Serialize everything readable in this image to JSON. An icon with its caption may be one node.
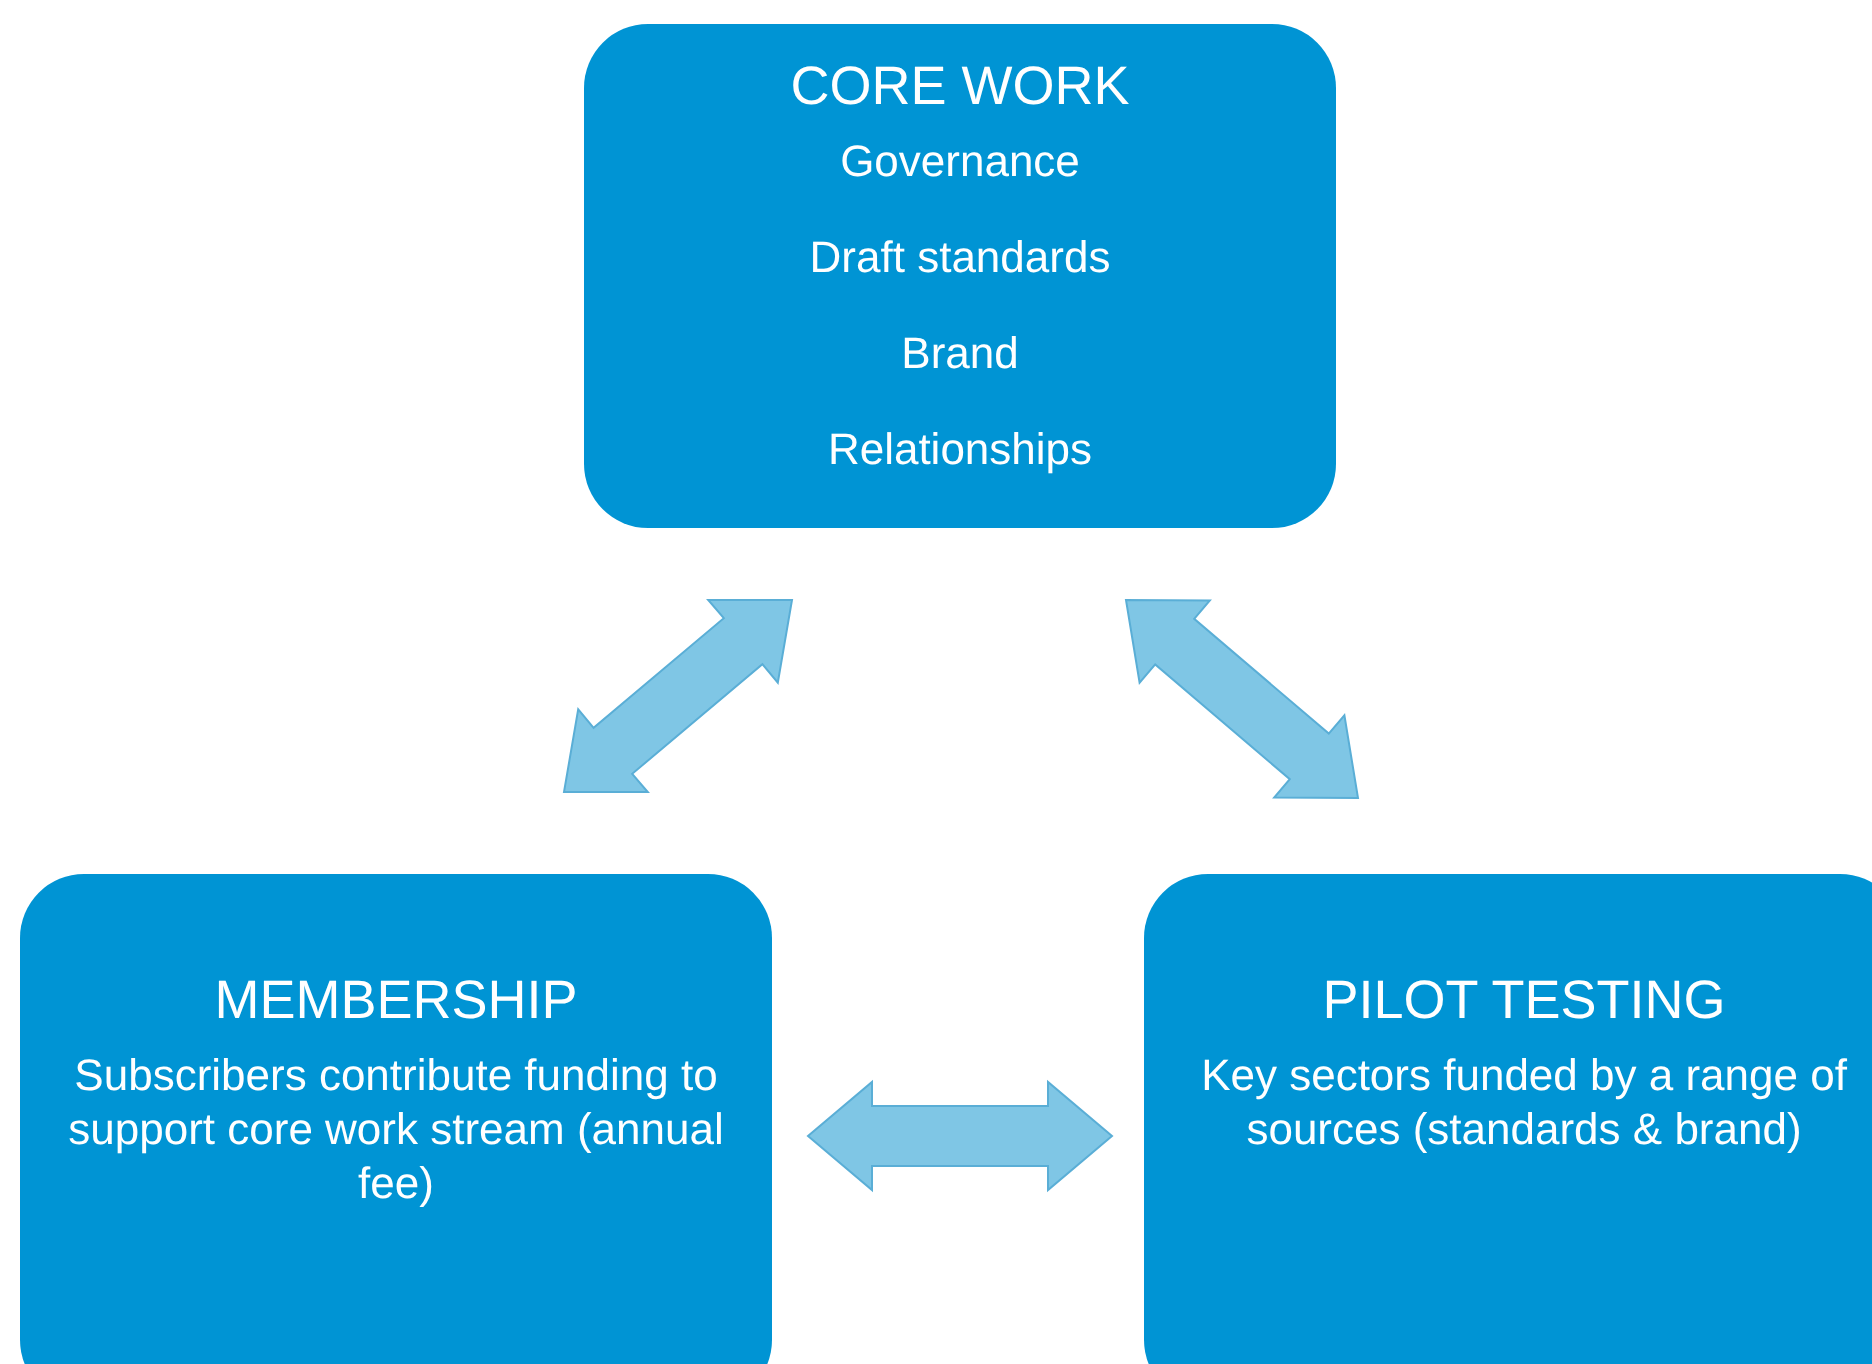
{
  "diagram": {
    "nodes": [
      {
        "text": [
          "CORE WORK",
          "Governance",
          "Draft standards",
          "Brand",
          "Relationships"
        ]
      },
      {
        "text": [
          "MEMBERSHIP",
          "Subscribers contribute funding to support core work stream (annual fee)"
        ]
      },
      {
        "text": [
          "PILOT TESTING",
          "Key sectors funded by a range of sources (standards & brand)"
        ]
      }
    ],
    "edges": [
      {
        "from": 0,
        "to": 1,
        "arrow": "both"
      },
      {
        "from": 0,
        "to": 2,
        "arrow": "both"
      },
      {
        "from": 1,
        "to": 2,
        "arrow": "both"
      }
    ]
  }
}
